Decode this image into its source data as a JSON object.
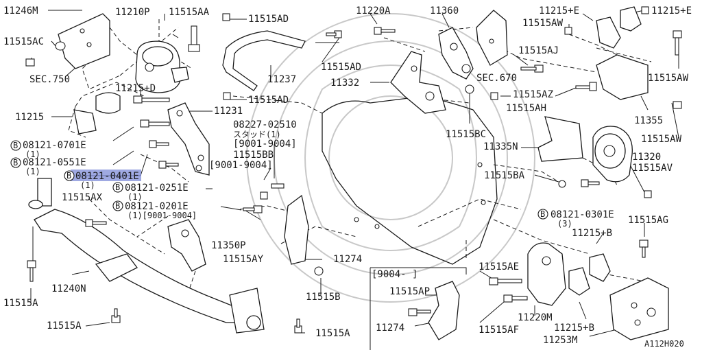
{
  "diagram": {
    "part_labels": {
      "p11246M": "11246M",
      "p11210P": "11210P",
      "p11515AA": "11515AA",
      "p11515AD_a": "11515AD",
      "p11220A": "11220A",
      "p11360": "11360",
      "p11215E_a": "11215+E",
      "p11215E_b": "11215+E",
      "p11515AC": "11515AC",
      "pSEC750": "SEC.750",
      "p11237": "11237",
      "p11515AD_b": "11515AD",
      "p11515AW_a": "11515AW",
      "p11515AJ": "11515AJ",
      "pSEC670": "SEC.670",
      "p11515AW_b": "11515AW",
      "p11215D": "11215+D",
      "p11332": "11332",
      "p11515AD_c": "11515AD",
      "p11515AZ": "11515AZ",
      "p11515AH": "11515AH",
      "p11215": "11215",
      "p11231": "11231",
      "p08227": "08227-02510",
      "pStud": "スタッド(1)",
      "p9001a": "[9001-9004]",
      "p11515BC": "11515BC",
      "p11355": "11355",
      "p08121_0701E": "08121-0701E",
      "p1a": "(1)",
      "p08121_0551E": "08121-0551E",
      "p1b": "(1)",
      "p11515BB": "11515BB",
      "p9001b": "[9001-9004]",
      "p11335N": "11335N",
      "p11515AW_c": "11515AW",
      "p11320": "11320",
      "p08121_0401E": "08121-0401E",
      "p1c": "(1)",
      "p08121_0251E": "08121-0251E",
      "p1d": "(1)",
      "p11515BA": "11515BA",
      "p11515AV": "11515AV",
      "p11515AX": "11515AX",
      "p08121_0201E": "08121-0201E",
      "p1e": "(1)[9001-9004]",
      "p08121_0301E": "08121-0301E",
      "p3": "(3)",
      "p11515AG": "11515AG",
      "p11350P": "11350P",
      "p11215B_a": "11215+B",
      "p11515AY": "11515AY",
      "p11274_a": "11274",
      "p11515AE": "11515AE",
      "p11240N": "11240N",
      "p9004": "[9004-    ]",
      "p11515A_a": "11515A",
      "p11515B": "11515B",
      "p11515AP": "11515AP",
      "p11220M": "11220M",
      "p11215B_b": "11215+B",
      "p11515A_b": "11515A",
      "p11274_b": "11274",
      "p11515AF": "11515AF",
      "p11253M": "11253M",
      "p11515A_c": "11515A",
      "pCode": "A112H020"
    },
    "circle_mark": "B",
    "highlight_color": "#7f8cd8",
    "line_color": "#1a1a1a"
  }
}
